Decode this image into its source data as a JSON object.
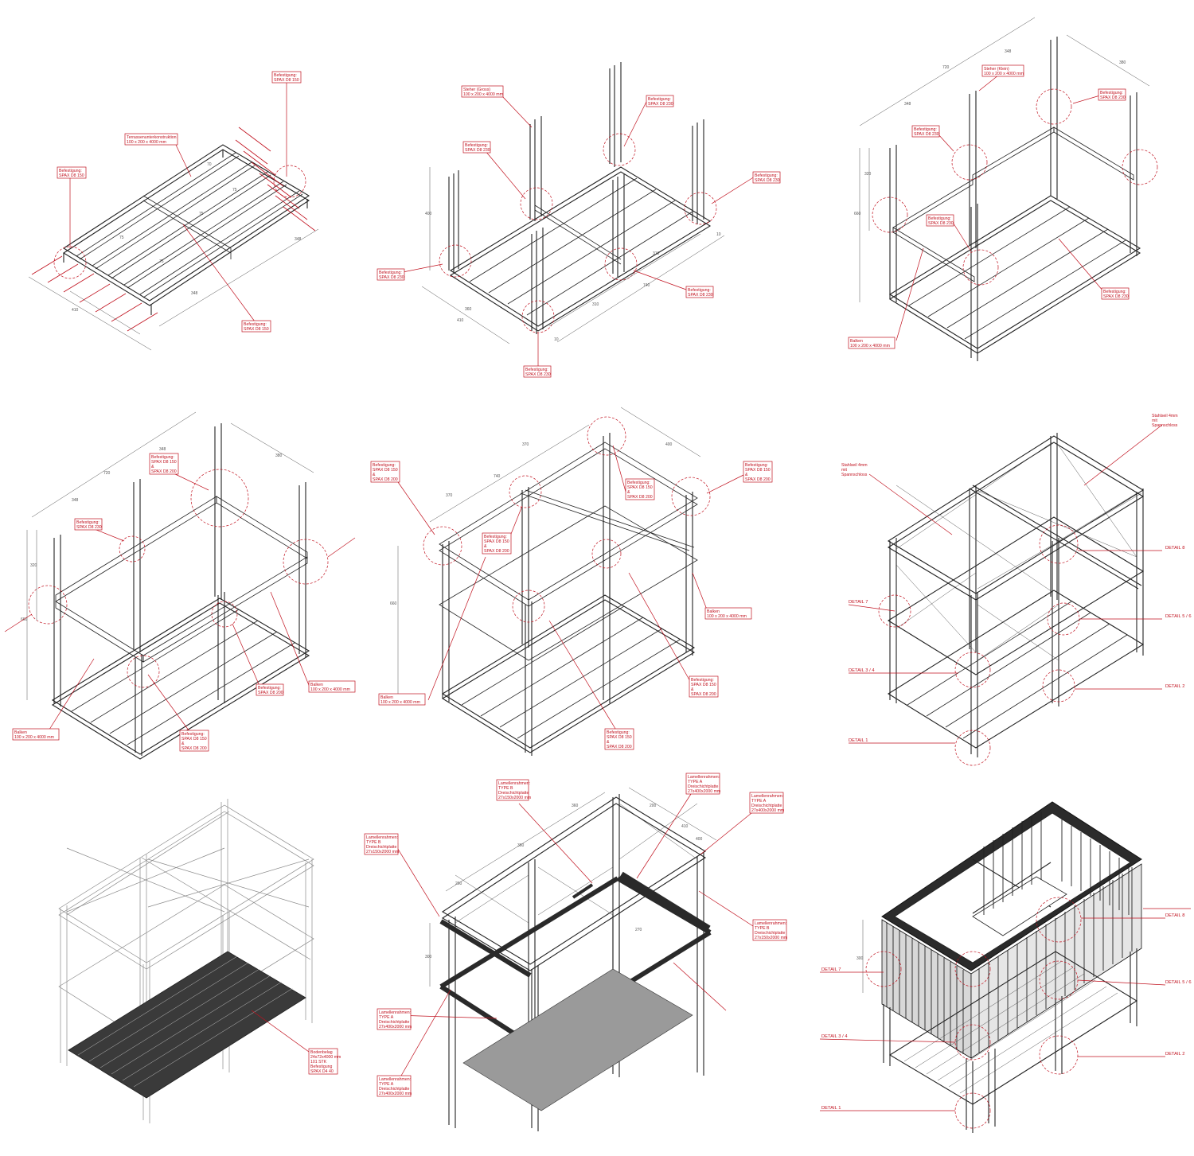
{
  "colors": {
    "annotation": "#c1121f",
    "line": "#222222",
    "ghost": "#8a8a8a",
    "panel": "#2a2a2a"
  },
  "p1": {
    "dims": [
      "410",
      "348",
      "348",
      "75",
      "75",
      "75",
      "75",
      "70"
    ],
    "callouts": [
      {
        "lines": [
          "Befestigung:",
          "SPAX D8 150"
        ]
      },
      {
        "lines": [
          "Terrassenunterkonstruktion",
          "100 x 200 x 4000 mm"
        ]
      },
      {
        "lines": [
          "Befestigung:",
          "SPAX D8 150"
        ]
      },
      {
        "lines": [
          "Befestigung:",
          "SPAX D8 150"
        ]
      }
    ]
  },
  "p2": {
    "dims": [
      "400",
      "360",
      "410",
      "310",
      "310",
      "740",
      "10",
      "10"
    ],
    "callouts": [
      {
        "lines": [
          "Steher (Gross)",
          "100 x 200 x 4000 mm"
        ]
      },
      {
        "lines": [
          "Befestigung:",
          "SPAX D8 230"
        ]
      },
      {
        "lines": [
          "Befestigung:",
          "SPAX D8 230"
        ]
      },
      {
        "lines": [
          "Befestigung:",
          "SPAX D8 230"
        ]
      },
      {
        "lines": [
          "Befestigung:",
          "SPAX D8 230"
        ]
      },
      {
        "lines": [
          "Befestigung:",
          "SPAX D8 230"
        ]
      },
      {
        "lines": [
          "Befestigung:",
          "SPAX D8 230"
        ]
      }
    ]
  },
  "p3": {
    "dims": [
      "720",
      "348",
      "348",
      "380",
      "660",
      "320"
    ],
    "callouts": [
      {
        "lines": [
          "Steher (Klein)",
          "100 x 200 x 4000 mm"
        ]
      },
      {
        "lines": [
          "Befestigung:",
          "SPAX D8 230"
        ]
      },
      {
        "lines": [
          "Befestigung:",
          "SPAX D8 230"
        ]
      },
      {
        "lines": [
          "Befestigung:",
          "SPAX D8 230"
        ]
      },
      {
        "lines": [
          "Befestigung:",
          "SPAX D8 230"
        ]
      },
      {
        "lines": [
          "Balken",
          "100 x 200 x 4000 mm"
        ]
      }
    ]
  },
  "p4": {
    "dims": [
      "720",
      "348",
      "348",
      "380",
      "660",
      "320"
    ],
    "callouts": [
      {
        "lines": [
          "Befestigung:",
          "SPAX D8 150",
          "&",
          "SPAX D8 200"
        ]
      },
      {
        "lines": [
          "Befestigung:",
          "SPAX D8 230"
        ]
      },
      {
        "lines": [
          "Befestigung:",
          "SPAX D8 200"
        ]
      },
      {
        "lines": [
          "Balken",
          "100 x 200 x 4000 mm"
        ]
      },
      {
        "lines": [
          "Balken",
          "100 x 200 x 4000 mm"
        ]
      },
      {
        "lines": [
          "Befestigung:",
          "SPAX D8 150",
          "&",
          "SPAX D8 200"
        ]
      }
    ]
  },
  "p5": {
    "dims": [
      "740",
      "370",
      "370",
      "400",
      "660"
    ],
    "callouts": [
      {
        "lines": [
          "Befestigung:",
          "SPAX D8 150",
          "&",
          "SPAX D8 200"
        ]
      },
      {
        "lines": [
          "Befestigung:",
          "SPAX D8 150",
          "&",
          "SPAX D8 200"
        ]
      },
      {
        "lines": [
          "Befestigung:",
          "SPAX D8 150",
          "&",
          "SPAX D8 200"
        ]
      },
      {
        "lines": [
          "Befestigung:",
          "SPAX D8 150",
          "&",
          "SPAX D8 200"
        ]
      },
      {
        "lines": [
          "Balken",
          "100 x 200 x 4000 mm"
        ]
      },
      {
        "lines": [
          "Balken",
          "100 x 200 x 4000 mm"
        ]
      },
      {
        "lines": [
          "Befestigung:",
          "SPAX D8 150",
          "&",
          "SPAX D8 200"
        ]
      },
      {
        "lines": [
          "Befestigung:",
          "SPAX D8 150",
          "&",
          "SPAX D8 200"
        ]
      }
    ]
  },
  "p6": {
    "callouts": [
      {
        "lines": [
          "Stahlseil 4mm",
          "mit",
          "Spannschloss"
        ]
      },
      {
        "lines": [
          "Stahlseil 4mm",
          "mit",
          "Spannschloss"
        ]
      }
    ],
    "details": [
      "DETAIL 7",
      "DETAIL 3 / 4",
      "DETAIL 1",
      "DETAIL 8",
      "DETAIL 5 / 6",
      "DETAIL 2"
    ]
  },
  "p7": {
    "callouts": [
      {
        "lines": [
          "Bodenbelag",
          "24x72x4000 mm",
          "101 STK",
          "Befestigung",
          "SPAX D4 40"
        ]
      }
    ]
  },
  "p8": {
    "dims": [
      "360",
      "360",
      "200",
      "410",
      "400",
      "300",
      "260",
      "270"
    ],
    "callouts": [
      {
        "lines": [
          "Lamellenrahmen:",
          "TYPE B",
          "Dreischichtplatte",
          "27x150x2000 mm"
        ]
      },
      {
        "lines": [
          "Lamellenrahmen:",
          "TYPE A",
          "Dreischichtplatte",
          "27x400x2000 mm"
        ]
      },
      {
        "lines": [
          "Lamellenrahmen:",
          "TYPE A",
          "Dreischichtplatte",
          "27x400x2000 mm"
        ]
      },
      {
        "lines": [
          "Lamellenrahmen:",
          "TYPE B",
          "Dreischichtplatte",
          "27x150x2000 mm"
        ]
      },
      {
        "lines": [
          "Lamellenrahmen:",
          "TYPE A",
          "Dreischichtplatte",
          "27x400x2000 mm"
        ]
      },
      {
        "lines": [
          "Lamellenrahmen:",
          "TYPE B",
          "Dreischichtplatte",
          "27x150x2000 mm"
        ]
      },
      {
        "lines": [
          "Lamellenrahmen:",
          "TYPE A",
          "Dreischichtplatte",
          "27x400x2000 mm"
        ]
      }
    ]
  },
  "p9": {
    "dims": [
      "300"
    ],
    "details": [
      "DETAIL 7",
      "DETAIL 3 / 4",
      "DETAIL 1",
      "DETAIL 8",
      "DETAIL 5 / 6",
      "DETAIL 2"
    ]
  }
}
